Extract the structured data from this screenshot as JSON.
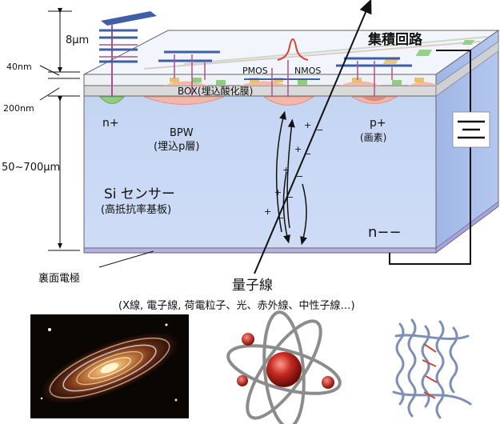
{
  "dims": {
    "d8um": "8μm",
    "d40nm": "40nm",
    "d200nm": "200nm",
    "d50_700um": "50~700μm"
  },
  "labels": {
    "integrated_circuit": "集積回路",
    "pmos": "PMOS",
    "nmos": "NMOS",
    "box": "BOX(埋込酸化膜)",
    "n_plus": "n+",
    "bpw": "BPW",
    "bpw_sub": "(埋込p層)",
    "p_plus": "p+",
    "p_plus_sub": "(画素)",
    "si_sensor": "Si センサー",
    "si_sensor_sub": "(高抵抗率基板)",
    "n_minus": "n−−",
    "back_electrode": "裏面電極",
    "quantum_beam": "量子線",
    "quantum_beam_sub": "(X線, 電子線, 荷電粒子、光、赤外線、中性子線…)"
  },
  "charges": {
    "plus": "+",
    "minus": "−"
  },
  "colors": {
    "substrate_front": "#c8d8f4",
    "substrate_side": "#a9bfe9",
    "box_layer": "#d9d9d9",
    "top_face": "#f3f6fb",
    "metal": "#3f5ea8",
    "via": "#b04f8f",
    "p_implant": "#f2b7a8",
    "n_implant": "#8dcf7a",
    "back_plate": "#b8b0e6",
    "pulse": "#d94030"
  }
}
